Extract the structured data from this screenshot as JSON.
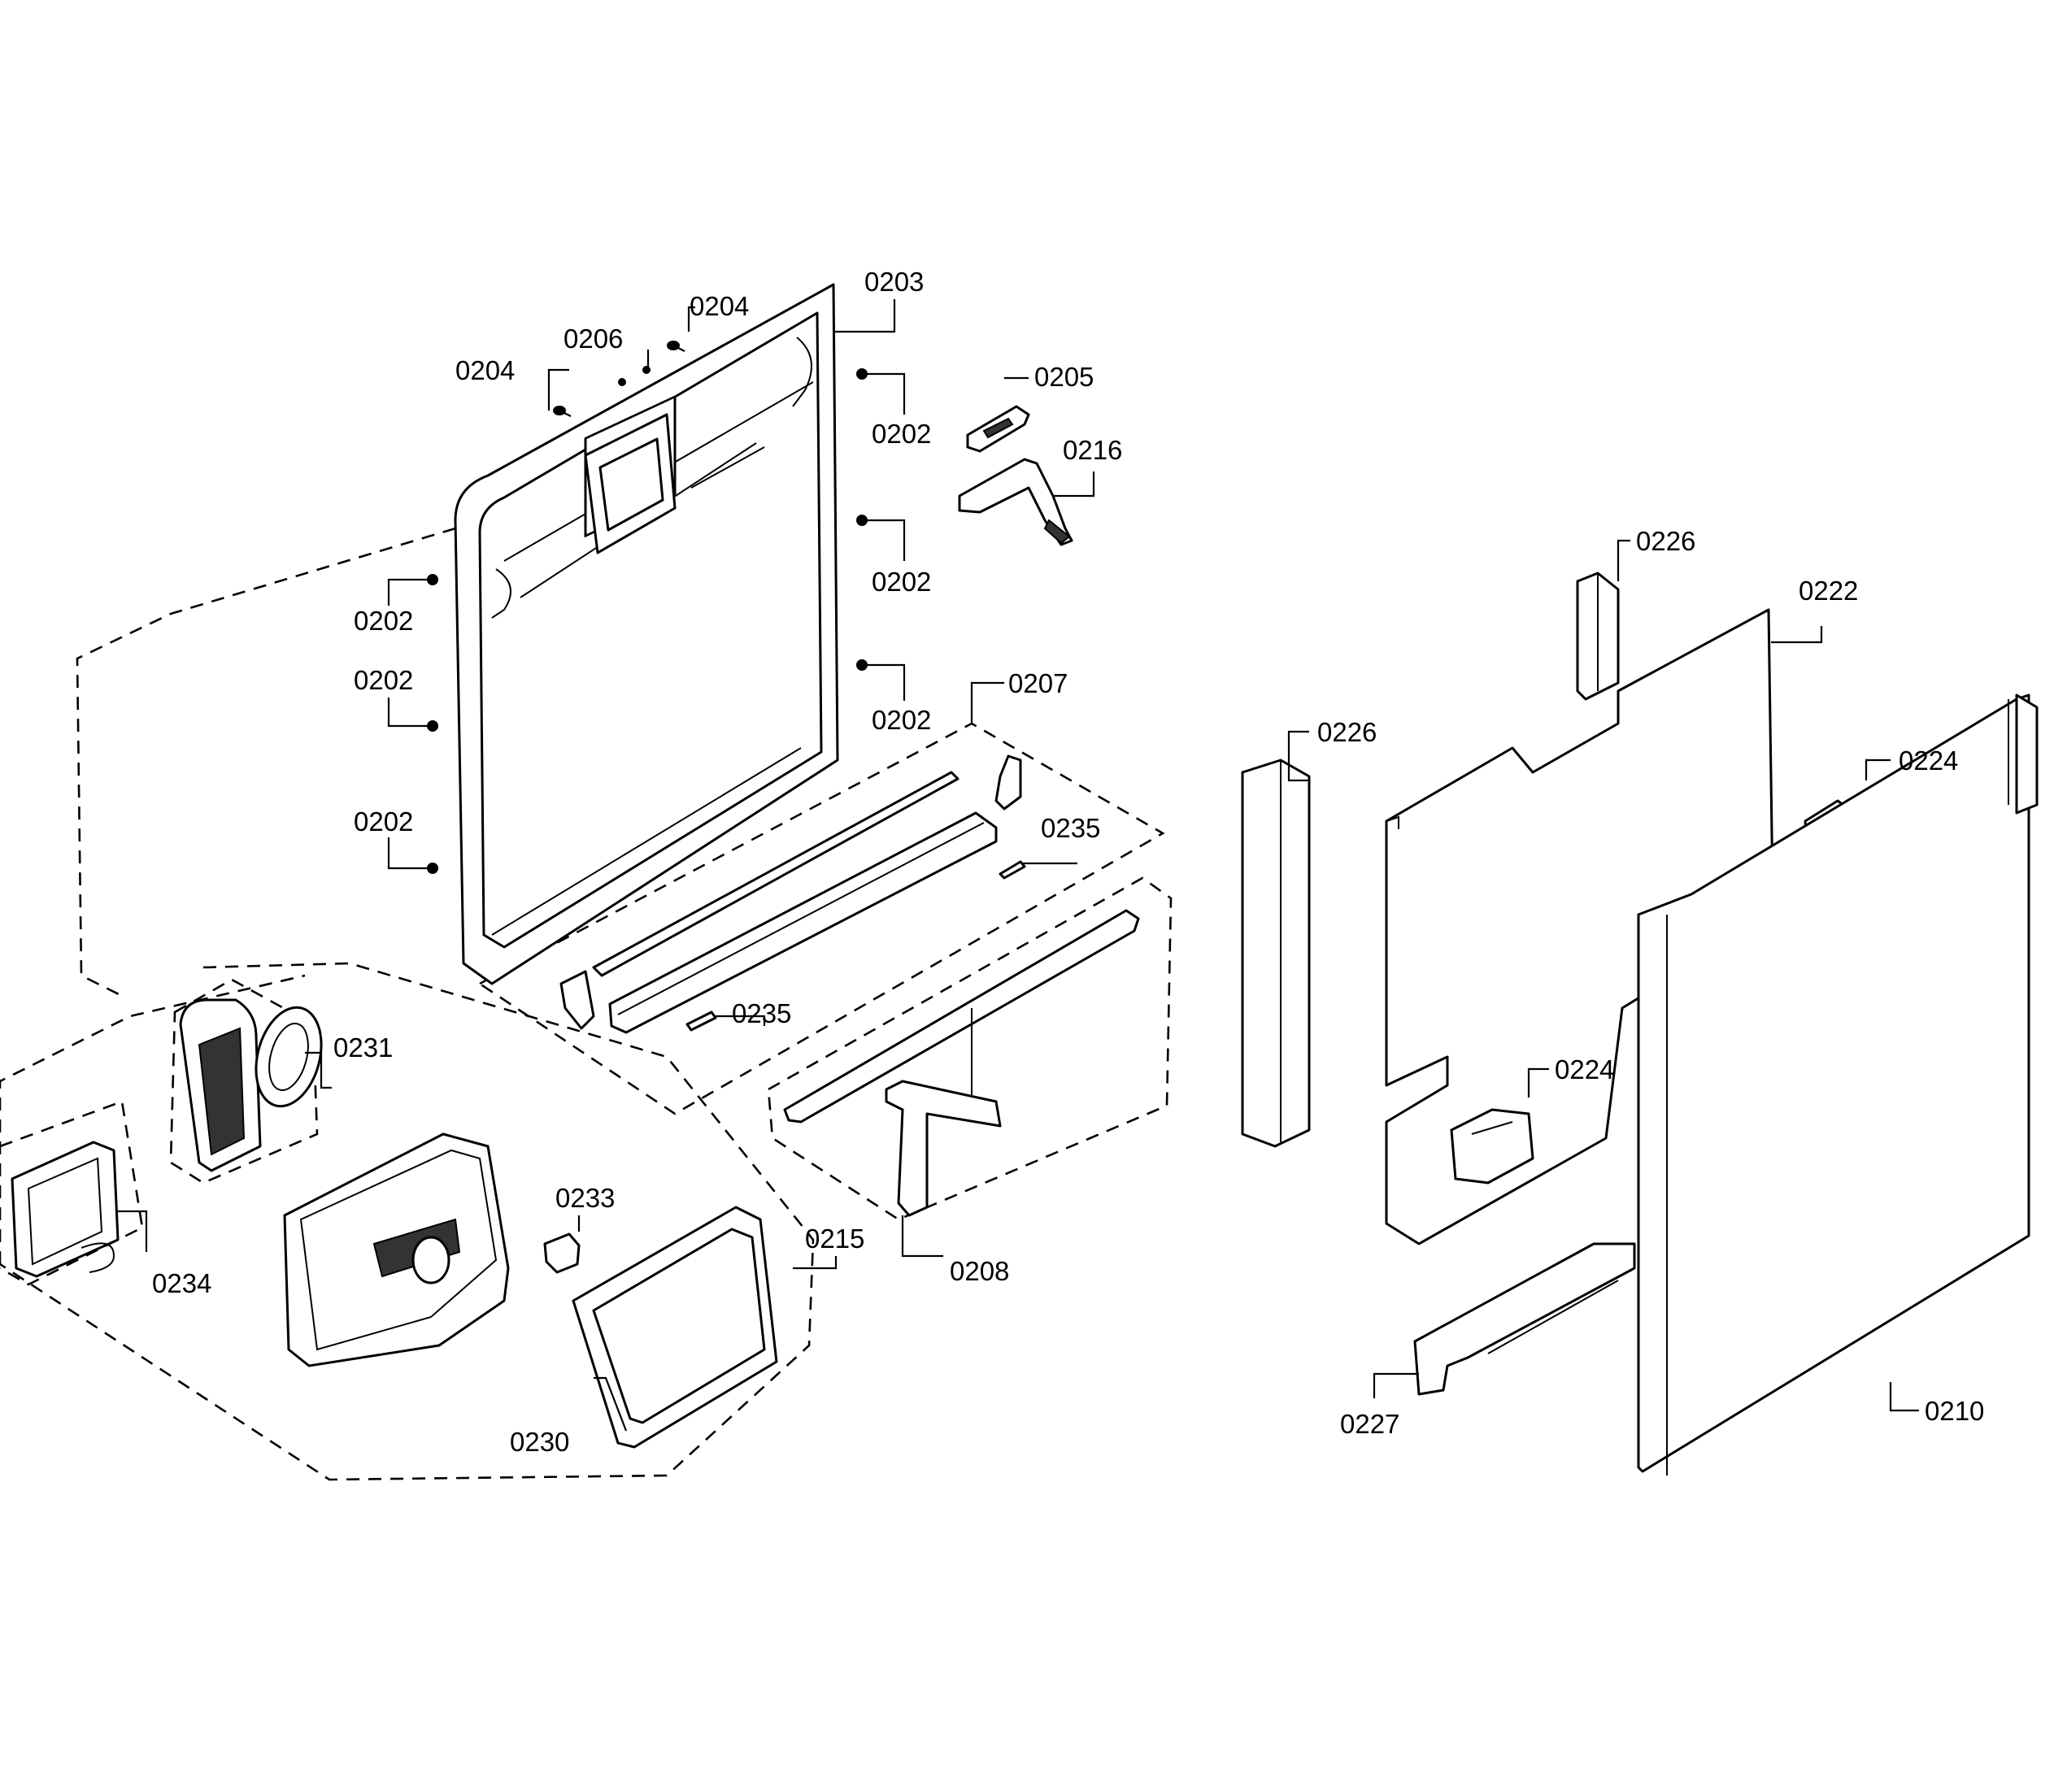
{
  "diagram": {
    "callouts": [
      {
        "id": "c0203",
        "text": "0203"
      },
      {
        "id": "c0204a",
        "text": "0204"
      },
      {
        "id": "c0206",
        "text": "0206"
      },
      {
        "id": "c0204b",
        "text": "0204"
      },
      {
        "id": "c0205",
        "text": "0205"
      },
      {
        "id": "c0202a",
        "text": "0202"
      },
      {
        "id": "c0216",
        "text": "0216"
      },
      {
        "id": "c0202b",
        "text": "0202"
      },
      {
        "id": "c0202c",
        "text": "0202"
      },
      {
        "id": "c0202d",
        "text": "0202"
      },
      {
        "id": "c0202e",
        "text": "0202"
      },
      {
        "id": "c0207",
        "text": "0207"
      },
      {
        "id": "c0202f",
        "text": "0202"
      },
      {
        "id": "c0202g",
        "text": "0202"
      },
      {
        "id": "c0235a",
        "text": "0235"
      },
      {
        "id": "c0235b",
        "text": "0235"
      },
      {
        "id": "c0231",
        "text": "0231"
      },
      {
        "id": "c0233",
        "text": "0233"
      },
      {
        "id": "c0234",
        "text": "0234"
      },
      {
        "id": "c0215",
        "text": "0215"
      },
      {
        "id": "c0208",
        "text": "0208"
      },
      {
        "id": "c0230",
        "text": "0230"
      },
      {
        "id": "c0226a",
        "text": "0226"
      },
      {
        "id": "c0222",
        "text": "0222"
      },
      {
        "id": "c0226b",
        "text": "0226"
      },
      {
        "id": "c0224a",
        "text": "0224"
      },
      {
        "id": "c0224b",
        "text": "0224"
      },
      {
        "id": "c0227",
        "text": "0227"
      },
      {
        "id": "c0210",
        "text": "0210"
      }
    ]
  }
}
